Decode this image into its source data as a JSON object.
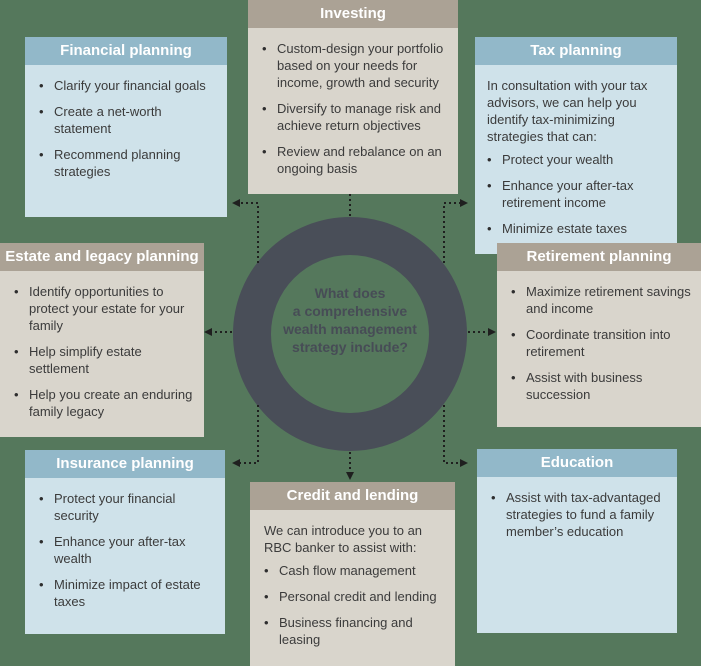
{
  "title_question": {
    "lines": [
      "What does",
      "a comprehensive",
      "wealth management",
      "strategy include?"
    ]
  },
  "palette": {
    "background_green": "#55785c",
    "ring_slate": "#494e58",
    "blue_header": "#92b8c9",
    "blue_body": "#cfe2ea",
    "tan_header": "#aba295",
    "tan_body": "#d9d5cc",
    "header_text": "#ffffff",
    "body_text": "#3b3b3b",
    "arrow_black": "#1f1f1f"
  },
  "boxes": [
    {
      "id": "financial-planning",
      "title": "Financial planning",
      "theme": "blue",
      "items": [
        "Clarify your financial goals",
        "Create a net-worth statement",
        "Recommend planning strategies"
      ]
    },
    {
      "id": "investing",
      "title": "Investing",
      "theme": "tan",
      "items": [
        "Custom-design your portfolio based on your needs for income, growth and security",
        "Diversify to manage risk and achieve return objectives",
        "Review and rebalance on an ongoing basis"
      ]
    },
    {
      "id": "tax-planning",
      "title": "Tax planning",
      "theme": "blue",
      "intro": "In consultation with your tax advisors, we can help you identify tax-minimizing strategies that can:",
      "items": [
        "Protect your wealth",
        "Enhance your after-tax retirement income",
        "Minimize estate taxes"
      ]
    },
    {
      "id": "estate-and-legacy-planning",
      "title": "Estate and legacy planning",
      "theme": "tan",
      "items": [
        "Identify opportunities to protect your estate for your family",
        "Help simplify estate settlement",
        "Help you create an enduring family legacy"
      ]
    },
    {
      "id": "retirement-planning",
      "title": "Retirement planning",
      "theme": "tan",
      "items": [
        "Maximize retirement savings and income",
        "Coordinate transition into retirement",
        "Assist with business succession"
      ]
    },
    {
      "id": "insurance-planning",
      "title": "Insurance planning",
      "theme": "blue",
      "items": [
        "Protect your financial security",
        "Enhance your after-tax wealth",
        "Minimize impact of estate taxes"
      ]
    },
    {
      "id": "credit-and-lending",
      "title": "Credit and lending",
      "theme": "tan",
      "intro": "We can introduce you to an RBC banker to assist with:",
      "items": [
        "Cash flow management",
        "Personal credit and lending",
        "Business financing and leasing"
      ]
    },
    {
      "id": "education",
      "title": "Education",
      "theme": "blue",
      "items": [
        "Assist with tax-advantaged strategies to fund a family member’s education"
      ]
    }
  ]
}
